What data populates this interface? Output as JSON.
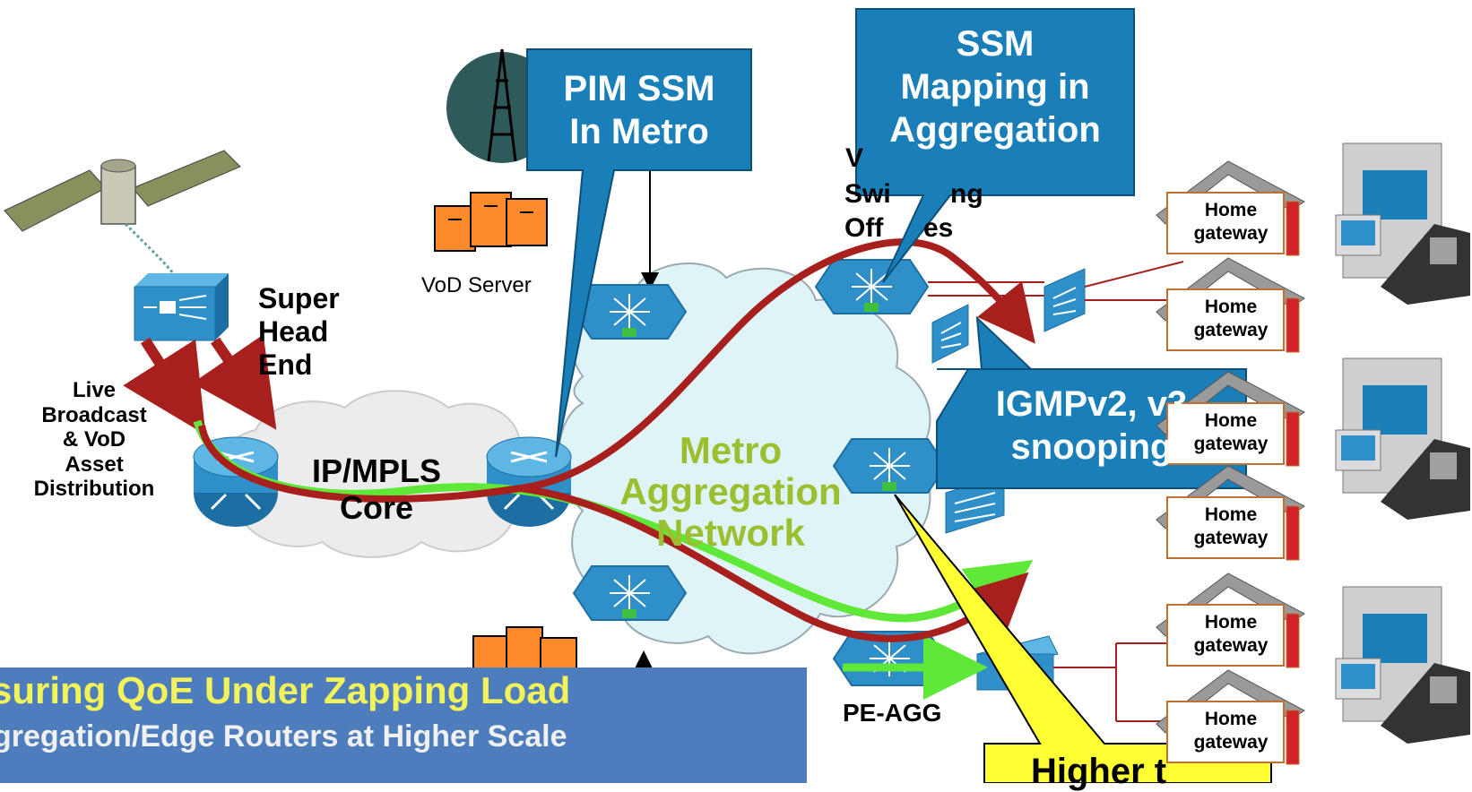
{
  "labels": {
    "super_head_end": [
      "Super",
      "Head",
      "End"
    ],
    "live_broadcast": [
      "Live",
      "Broadcast",
      "& VoD",
      "Asset",
      "Distribution"
    ],
    "core": [
      "IP/MPLS",
      "Core"
    ],
    "metro": [
      "Metro",
      "Aggregation",
      "Network"
    ],
    "vod_server": "VoD Server",
    "switching_offices": [
      "V",
      "Swi",
      "ng",
      "Off",
      "es"
    ],
    "pe_agg": "PE-AGG"
  },
  "callouts": {
    "pim_ssm": [
      "PIM SSM",
      "In Metro"
    ],
    "ssm_mapping": [
      "SSM",
      "Mapping in",
      "Aggregation"
    ],
    "igmp": [
      "IGMPv2, v3",
      "snooping"
    ],
    "yellow_partial": "Higher t"
  },
  "home_gateway": [
    "Home",
    "gateway"
  ],
  "banner": {
    "line1": "suring QoE Under Zapping Load",
    "line2": "gregation/Edge Routers at Higher Scale"
  },
  "icons": [
    "satellite-icon",
    "video-encoder-icon",
    "router-icon",
    "multilayer-switch-icon",
    "vod-server-icon",
    "broadcast-tower-icon",
    "dslam-icon",
    "home-gateway-icon",
    "pc-icon",
    "ip-phone-icon"
  ],
  "colors": {
    "callout_blue": "#1a7fb8",
    "stream_red": "#a8201e",
    "stream_green": "#5fe838",
    "metro_cloud": "#dff4f7",
    "core_cloud": "#ececec",
    "device_blue": "#2e8fc9",
    "metro_text": "#9bbf2e",
    "banner_bg": "#4d7dbd",
    "banner_text": "#f2f25a",
    "yellow_callout": "#ffff33"
  }
}
